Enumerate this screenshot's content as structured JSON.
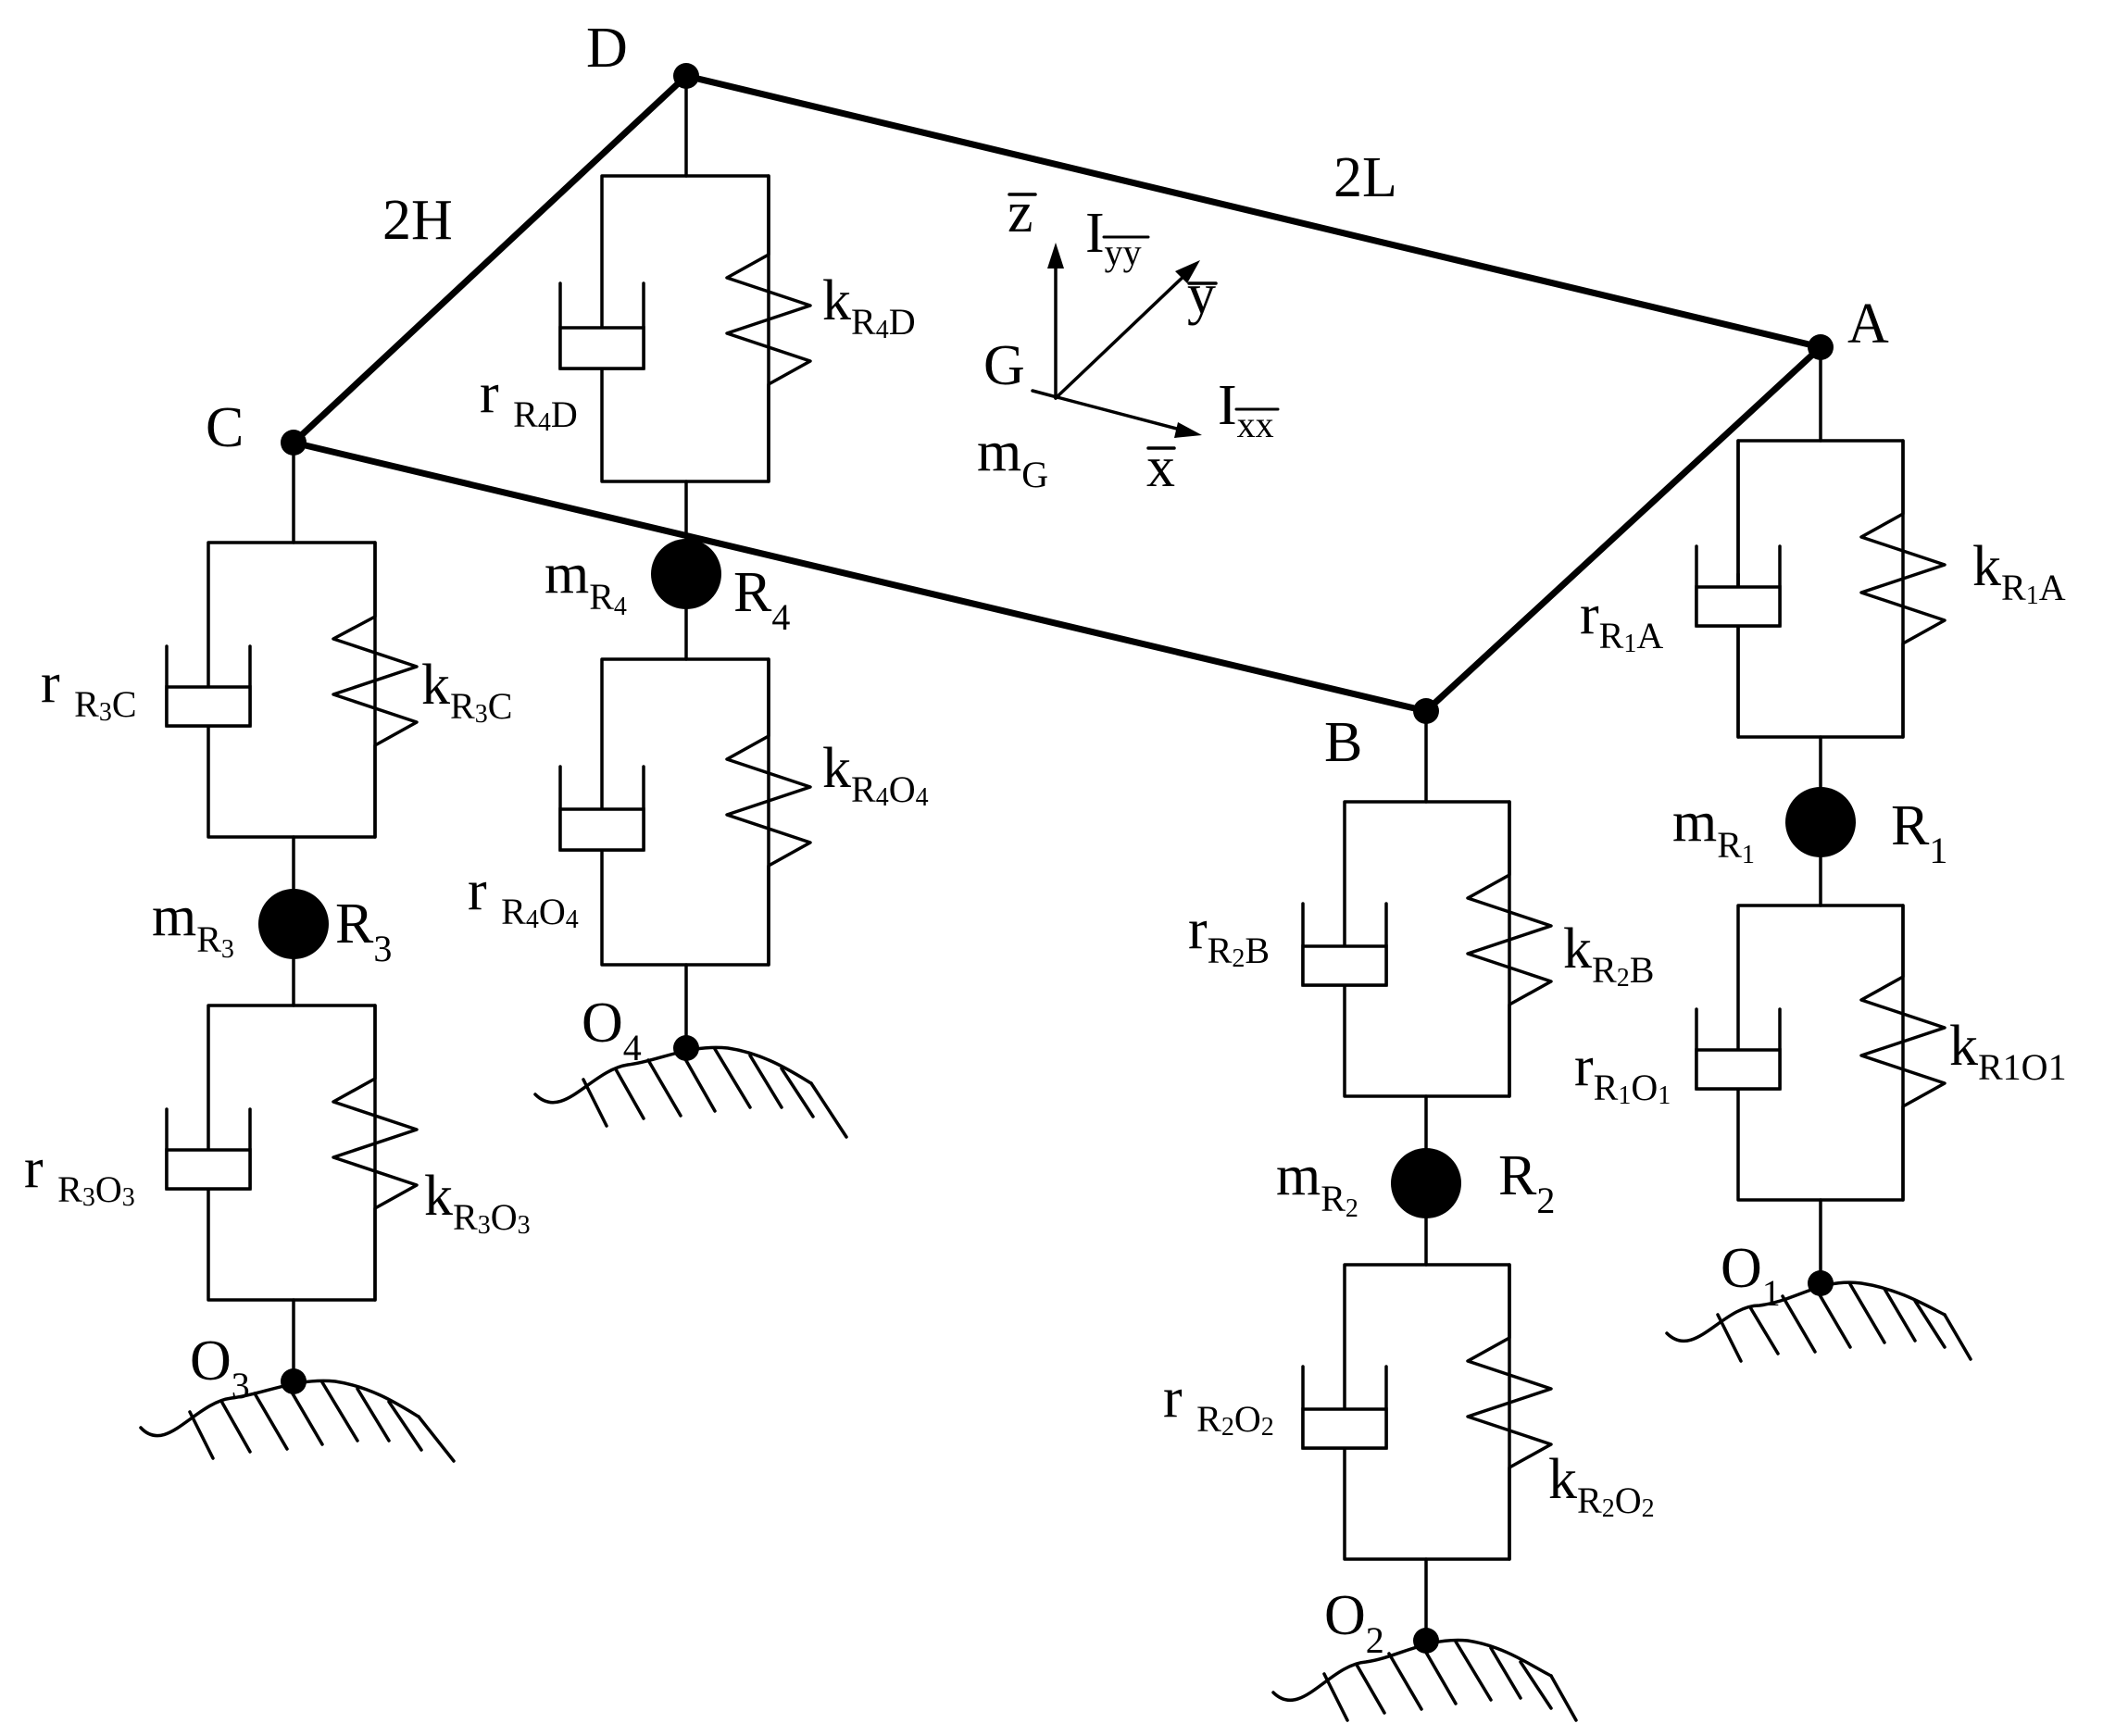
{
  "colors": {
    "line": "#000000",
    "background": "#ffffff"
  },
  "frame": {
    "corner_labels": {
      "A": "A",
      "B": "B",
      "C": "C",
      "D": "D"
    },
    "dimension_length": "2L",
    "dimension_width": "2H"
  },
  "body": {
    "center": "G",
    "mass": {
      "base": "m",
      "sub": "G"
    },
    "axes": {
      "x": "x",
      "y": "y",
      "z": "z",
      "Ixx": {
        "base": "I",
        "sub": "xx"
      },
      "Iyy": {
        "base": "I",
        "sub": "yy"
      }
    }
  },
  "legs": [
    {
      "id": 1,
      "mass_label": {
        "base": "m",
        "sub": "R",
        "subsub": "1"
      },
      "node": {
        "base": "R",
        "sub": "1"
      },
      "ground": {
        "base": "O",
        "sub": "1"
      },
      "upper_damper": {
        "base": "r",
        "sub": "R",
        "subsub": "1",
        "tail": "A"
      },
      "upper_spring": {
        "base": "k",
        "sub": "R",
        "subsub": "1",
        "tail": "A"
      },
      "lower_damper": {
        "base": "r",
        "sub": "R",
        "subsub": "1",
        "tail": "O",
        "tailsub": "1"
      },
      "lower_spring": {
        "base": "k",
        "sub": "R1O1"
      }
    },
    {
      "id": 2,
      "mass_label": {
        "base": "m",
        "sub": "R",
        "subsub": "2"
      },
      "node": {
        "base": "R",
        "sub": "2"
      },
      "ground": {
        "base": "O",
        "sub": "2"
      },
      "upper_damper": {
        "base": "r",
        "sub": "R",
        "subsub": "2",
        "tail": "B"
      },
      "upper_spring": {
        "base": "k",
        "sub": "R",
        "subsub": "2",
        "tail": "B"
      },
      "lower_damper": {
        "base": "r ",
        "sub": "R",
        "subsub": "2",
        "tail": "O",
        "tailsub": "2"
      },
      "lower_spring": {
        "base": "k",
        "sub": "R",
        "subsub": "2",
        "tail": "O",
        "tailsub": "2"
      }
    },
    {
      "id": 3,
      "mass_label": {
        "base": "m",
        "sub": "R",
        "subsub": "3"
      },
      "node": {
        "base": "R",
        "sub": "3"
      },
      "ground": {
        "base": "O",
        "sub": "3"
      },
      "upper_damper": {
        "base": "r ",
        "sub": "R",
        "subsub": "3",
        "tail": "C"
      },
      "upper_spring": {
        "base": "k",
        "sub": "R",
        "subsub": "3",
        "tail": "C"
      },
      "lower_damper": {
        "base": "r ",
        "sub": "R",
        "subsub": "3",
        "tail": "O",
        "tailsub": "3"
      },
      "lower_spring": {
        "base": "k",
        "sub": "R",
        "subsub": "3",
        "tail": "O",
        "tailsub": "3"
      }
    },
    {
      "id": 4,
      "mass_label": {
        "base": "m",
        "sub": "R",
        "subsub": "4"
      },
      "node": {
        "base": "R",
        "sub": "4"
      },
      "ground": {
        "base": "O",
        "sub": "4"
      },
      "upper_damper": {
        "base": "r ",
        "sub": "R",
        "subsub": "4",
        "tail": "D"
      },
      "upper_spring": {
        "base": "k",
        "sub": "R",
        "subsub": "4",
        "tail": "D"
      },
      "lower_damper": {
        "base": "r ",
        "sub": "R",
        "subsub": "4",
        "tail": "O",
        "tailsub": "4"
      },
      "lower_spring": {
        "base": "k",
        "sub": "R",
        "subsub": "4",
        "tail": "O",
        "tailsub": "4"
      }
    }
  ]
}
